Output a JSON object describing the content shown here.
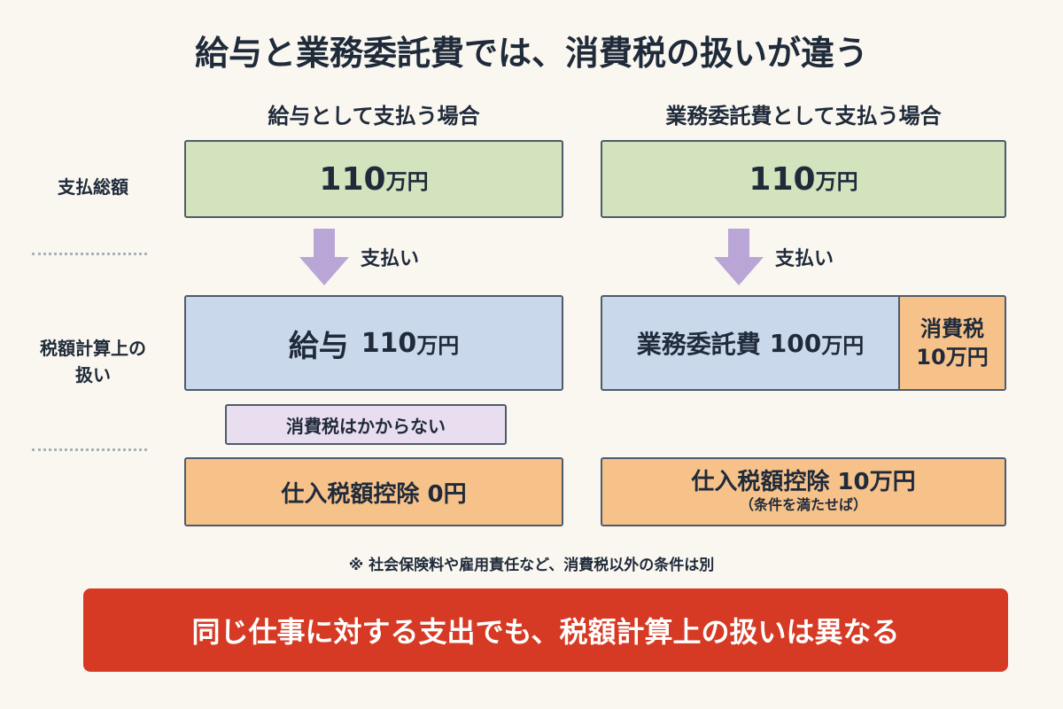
{
  "title": "給与と業務委託費では、消費税の扱いが違う",
  "columns": {
    "left": "給与として支払う場合",
    "right": "業務委託費として支払う場合"
  },
  "rows": {
    "total": "支払総額",
    "treatment_line1": "税額計算上の",
    "treatment_line2": "扱い"
  },
  "left": {
    "total_num": "110",
    "total_unit": "万円",
    "arrow_label": "支払い",
    "salary_label": "給与",
    "salary_num": "110",
    "salary_unit": "万円",
    "no_tax_note": "消費税はかからない",
    "deduction": "仕入税額控除 0円"
  },
  "right": {
    "total_num": "110",
    "total_unit": "万円",
    "arrow_label": "支払い",
    "fee_label": "業務委託費",
    "fee_num": "100",
    "fee_unit": "万円",
    "tax_label": "消費税",
    "tax_value": "10万円",
    "deduction": "仕入税額控除 10万円",
    "deduction_note": "（条件を満たせば）"
  },
  "note": "※ 社会保険料や雇用責任など、消費税以外の条件は別",
  "footer": "同じ仕事に対する支出でも、税額計算上の扱いは異なる",
  "colors": {
    "total_fill": "#d3e3bd",
    "treatment_fill": "#cad8ec",
    "tax_fill": "#f7c28a",
    "note_fill": "#e9def0",
    "arrow": "#b9a6d6",
    "footer_fill": "#d63a24"
  }
}
